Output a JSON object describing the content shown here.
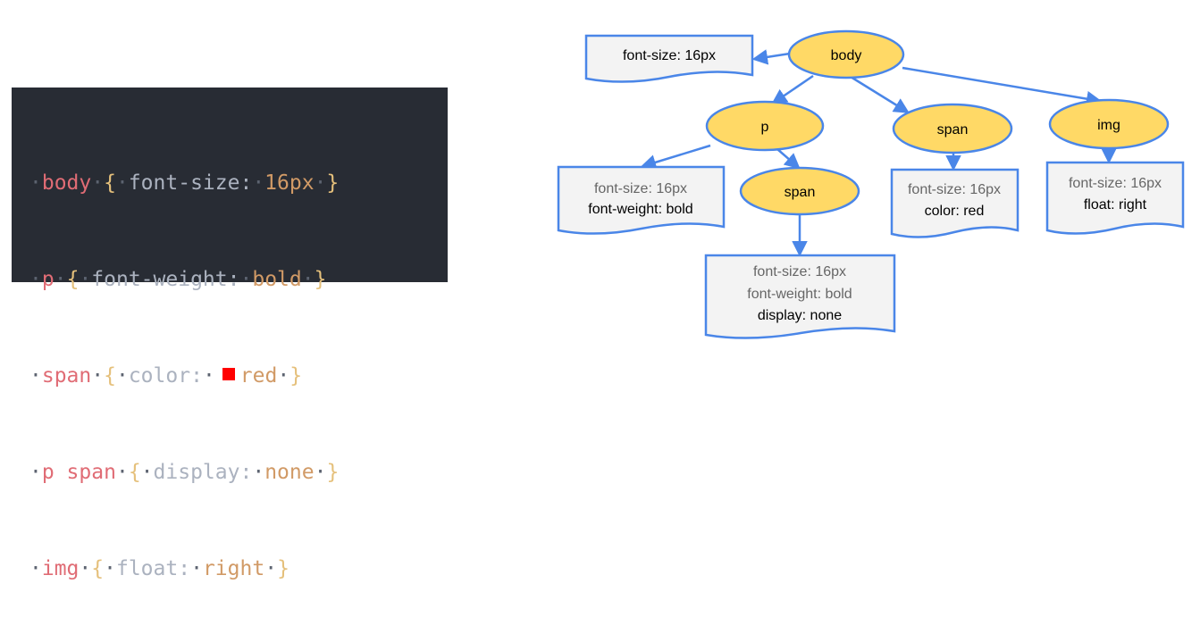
{
  "code": {
    "lines": [
      {
        "selector": "body",
        "property": "font-size",
        "value": "16px"
      },
      {
        "selector": "p",
        "property": "font-weight",
        "value": "bold"
      },
      {
        "selector": "span",
        "property": "color",
        "value": "red",
        "swatch_color": "#ff0000"
      },
      {
        "selector": "p span",
        "property": "display",
        "value": "none"
      },
      {
        "selector": "img",
        "property": "float",
        "value": "right"
      }
    ],
    "open_brace": "{",
    "close_brace": "}",
    "colon": ":",
    "colors": {
      "background": "#282c34",
      "selector": "#e06c75",
      "brace": "#e5c07b",
      "property": "#abb2bf",
      "value": "#d19a66"
    }
  },
  "tree": {
    "colors": {
      "node_fill": "#ffd966",
      "stroke": "#4a86e8",
      "box_fill": "#f3f3f3",
      "inherited_text": "#666666",
      "own_text": "#000000"
    },
    "nodes": {
      "body": {
        "label": "body"
      },
      "p": {
        "label": "p"
      },
      "span_in_p": {
        "label": "span"
      },
      "span": {
        "label": "span"
      },
      "img": {
        "label": "img"
      }
    },
    "styles": {
      "body": {
        "own": [
          "font-size: 16px"
        ]
      },
      "p": {
        "inherited": [
          "font-size: 16px"
        ],
        "own": [
          "font-weight: bold"
        ]
      },
      "span_in_p": {
        "inherited": [
          "font-size: 16px",
          "font-weight: bold"
        ],
        "own": [
          "display: none"
        ]
      },
      "span": {
        "inherited": [
          "font-size: 16px"
        ],
        "own": [
          "color: red"
        ]
      },
      "img": {
        "inherited": [
          "font-size: 16px"
        ],
        "own": [
          "float: right"
        ]
      }
    }
  }
}
